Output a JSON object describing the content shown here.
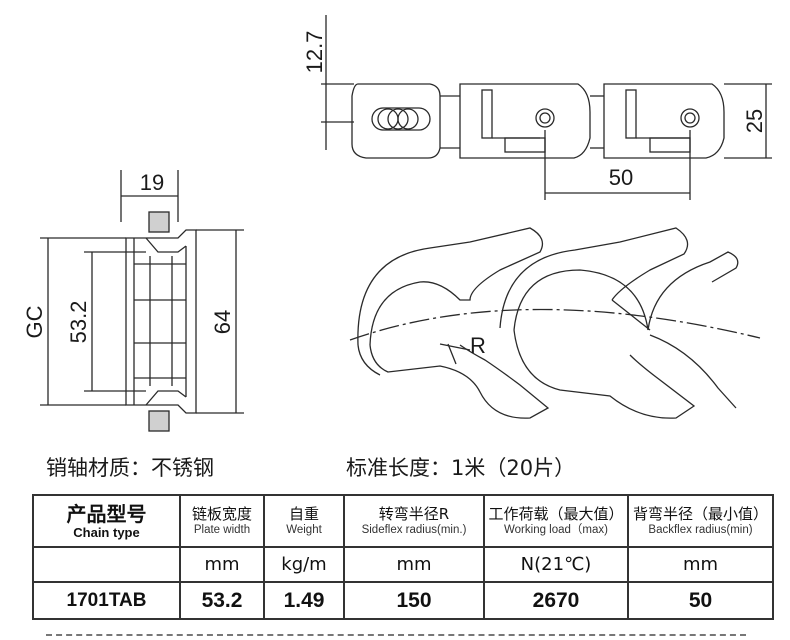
{
  "dimensions": {
    "pitch_height": "12.7",
    "height": "25",
    "pitch": "50",
    "width_19": "19",
    "gc": "GC",
    "plate_width": "53.2",
    "overall_width": "64",
    "radius_label": "R"
  },
  "info": {
    "material": "销轴材质：不锈钢",
    "standard_length": "标准长度：1米（20片）"
  },
  "table": {
    "header": {
      "product_type_cn": "产品型号",
      "product_type_en": "Chain type",
      "columns": [
        {
          "cn": "链板宽度",
          "en": "Plate width"
        },
        {
          "cn": "自重",
          "en": "Weight"
        },
        {
          "cn": "转弯半径R",
          "en": "Sideflex radius(min.)"
        },
        {
          "cn": "工作荷载（最大值）",
          "en": "Working load（max)"
        },
        {
          "cn": "背弯半径（最小值）",
          "en": "Backflex radius(min)"
        }
      ]
    },
    "units": [
      "mm",
      "kg/m",
      "mm",
      "N(21℃)",
      "mm"
    ],
    "row": {
      "chain_type": "1701TAB",
      "values": [
        "53.2",
        "1.49",
        "150",
        "2670",
        "50"
      ]
    }
  }
}
